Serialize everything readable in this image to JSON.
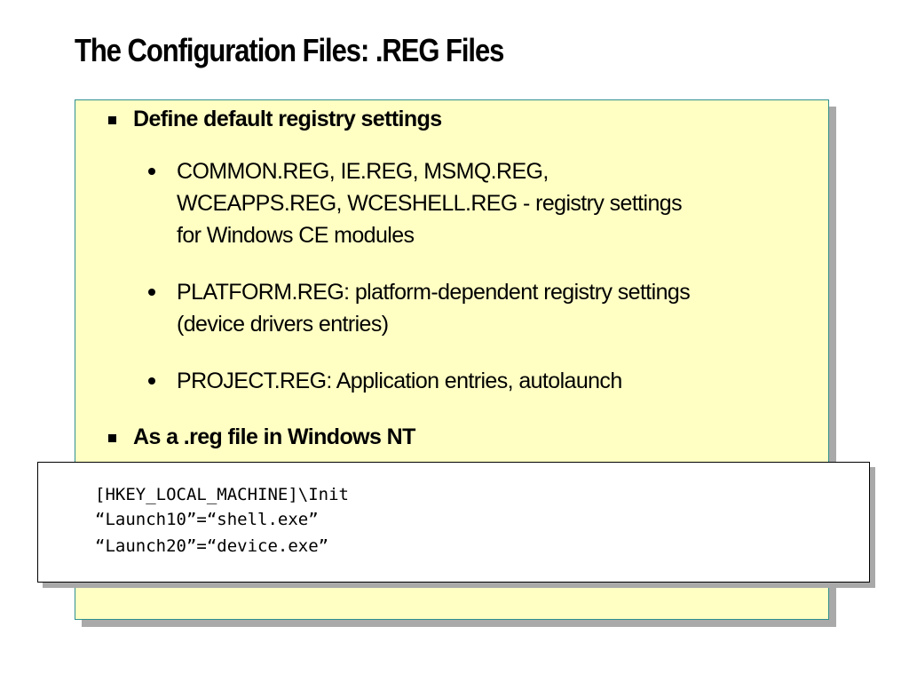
{
  "slide": {
    "title": "The Configuration Files: .REG Files"
  },
  "content": {
    "bullet1": "Define default registry settings",
    "sub1_line1": "COMMON.REG, IE.REG, MSMQ.REG,",
    "sub1_line2": "WCEAPPS.REG, WCESHELL.REG - registry settings",
    "sub1_line3": "for Windows CE modules",
    "sub2_line1": "PLATFORM.REG: platform-dependent registry settings",
    "sub2_line2": "(device drivers entries)",
    "sub3": "PROJECT.REG: Application entries, autolaunch",
    "bullet2": "As a .reg file in Windows NT"
  },
  "code": {
    "lines": [
      "[HKEY_LOCAL_MACHINE]\\Init",
      "“Launch10”=“shell.exe”",
      "“Launch20”=“device.exe”"
    ]
  },
  "colors": {
    "panel_background": "#ffffc4",
    "panel_border": "#2f8f8f",
    "shadow": "#a9a9a9"
  }
}
